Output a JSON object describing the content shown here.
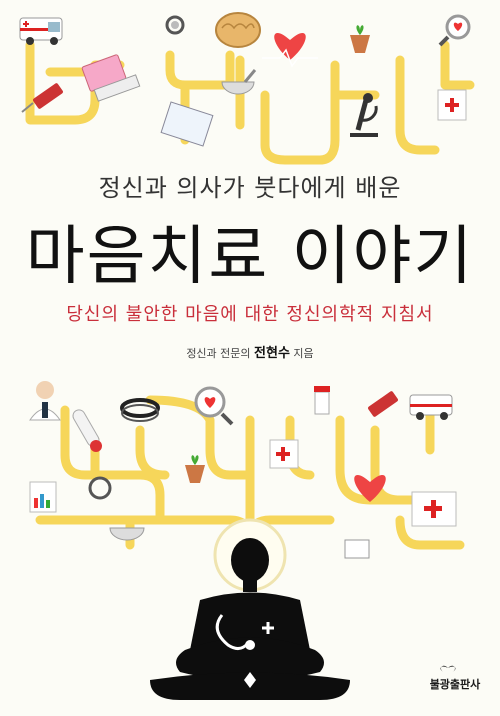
{
  "cover": {
    "subtitle_top": "정신과 의사가 붓다에게 배운",
    "title": "마음치료 이야기",
    "tagline": "당신의 불안한 마음에 대한 정신의학적 지침서",
    "author_role": "정신과 전문의",
    "author_name": "전현수",
    "author_suffix": "지음",
    "publisher": "불광출판사"
  },
  "colors": {
    "background": "#fcfcf6",
    "path": "#f6d65a",
    "tagline": "#c92f3b",
    "silhouette": "#0d0d0d"
  }
}
